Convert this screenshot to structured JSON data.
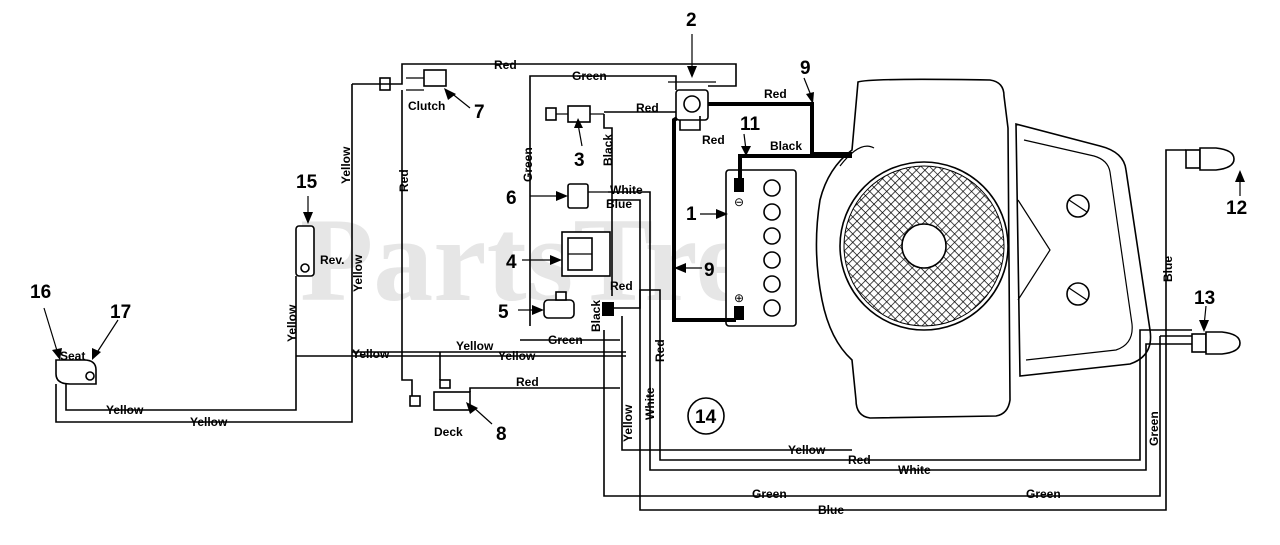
{
  "watermark": "PartsTre",
  "colors": {
    "ink": "#000000",
    "watermark": "#e6e6e6",
    "background": "#ffffff"
  },
  "part_numbers": [
    "1",
    "2",
    "3",
    "4",
    "5",
    "6",
    "7",
    "8",
    "9",
    "9",
    "11",
    "12",
    "13",
    "14",
    "15",
    "16",
    "17"
  ],
  "component_labels": {
    "clutch": "Clutch",
    "deck": "Deck",
    "seat": "Seat",
    "reverse": "Rev.",
    "battery_neg": "⊖",
    "battery_pos": "⊕"
  },
  "wire_labels": {
    "red_top": "Red",
    "green_top": "Green",
    "red_solenoid": "Red",
    "red_solenoid_2": "Red",
    "red_to_starter": "Red",
    "black_starter": "Black",
    "black_key": "Black",
    "green_key": "Green",
    "white_ign": "White",
    "blue_ign": "Blue",
    "yellow_rev": "Yellow",
    "yellow_mid": "Yellow",
    "red_mid": "Red",
    "yellow_v": "Yellow",
    "yellow_h1": "Yellow",
    "yellow_h2": "Yellow",
    "yellow_h3": "Yellow",
    "green_h": "Green",
    "red_deck": "Red",
    "black_mod": "Black",
    "red_mod": "Red",
    "red_v": "Red",
    "yellow_v2": "Yellow",
    "white_v": "White",
    "yellow_seat1": "Yellow",
    "yellow_seat2": "Yellow",
    "yellow_bottom": "Yellow",
    "red_bottom": "Red",
    "white_bottom": "White",
    "green_bottom1": "Green",
    "green_bottom2": "Green",
    "blue_bottom": "Blue",
    "blue_right": "Blue",
    "green_right": "Green"
  }
}
